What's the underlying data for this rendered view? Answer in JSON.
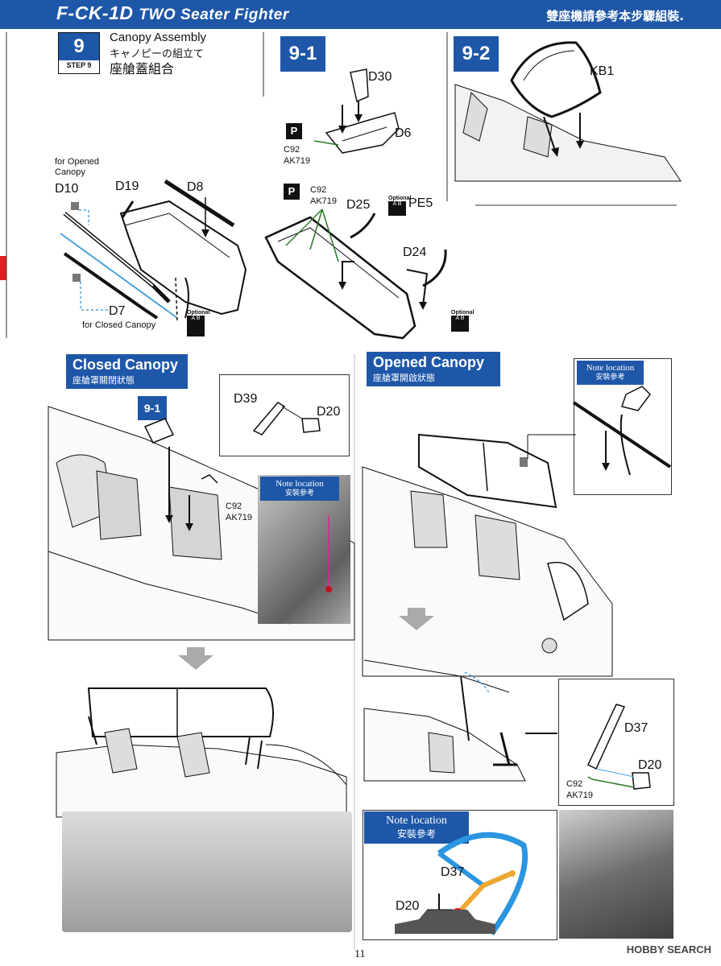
{
  "header": {
    "title_main": "F-CK-1D",
    "title_sub": "TWO Seater Fighter",
    "right_text": "雙座機請參考本步驟組裝."
  },
  "step": {
    "number": "9",
    "label": "STEP 9",
    "title_en": "Canopy Assembly",
    "title_ja": "キャノピーの組立て",
    "title_zh": "座艙蓋組合"
  },
  "subassemblies": {
    "a": "9-1",
    "b": "9-2",
    "ref": "9-1"
  },
  "parts": {
    "d30": "D30",
    "d6": "D6",
    "kb1": "KB1",
    "d10": "D10",
    "d19": "D19",
    "d8": "D8",
    "d7": "D7",
    "d25": "D25",
    "pe5": "PE5",
    "d24": "D24",
    "d39": "D39",
    "d20": "D20",
    "d37": "D37"
  },
  "paint": {
    "c92": "C92",
    "ak719": "AK719"
  },
  "captions": {
    "for_opened": "for Opened Canopy",
    "for_closed": "for Closed Canopy",
    "optional": "Optional",
    "opt_a": "A",
    "opt_b": "B"
  },
  "sections": {
    "closed_en": "Closed Canopy",
    "closed_zh": "座艙罩關閉狀態",
    "opened_en": "Opened Canopy",
    "opened_zh": "座艙罩開啟狀態"
  },
  "note": {
    "en": "Note location",
    "zh": "安裝參考"
  },
  "footer": {
    "page": "11",
    "watermark": "HOBBY SEARCH"
  }
}
